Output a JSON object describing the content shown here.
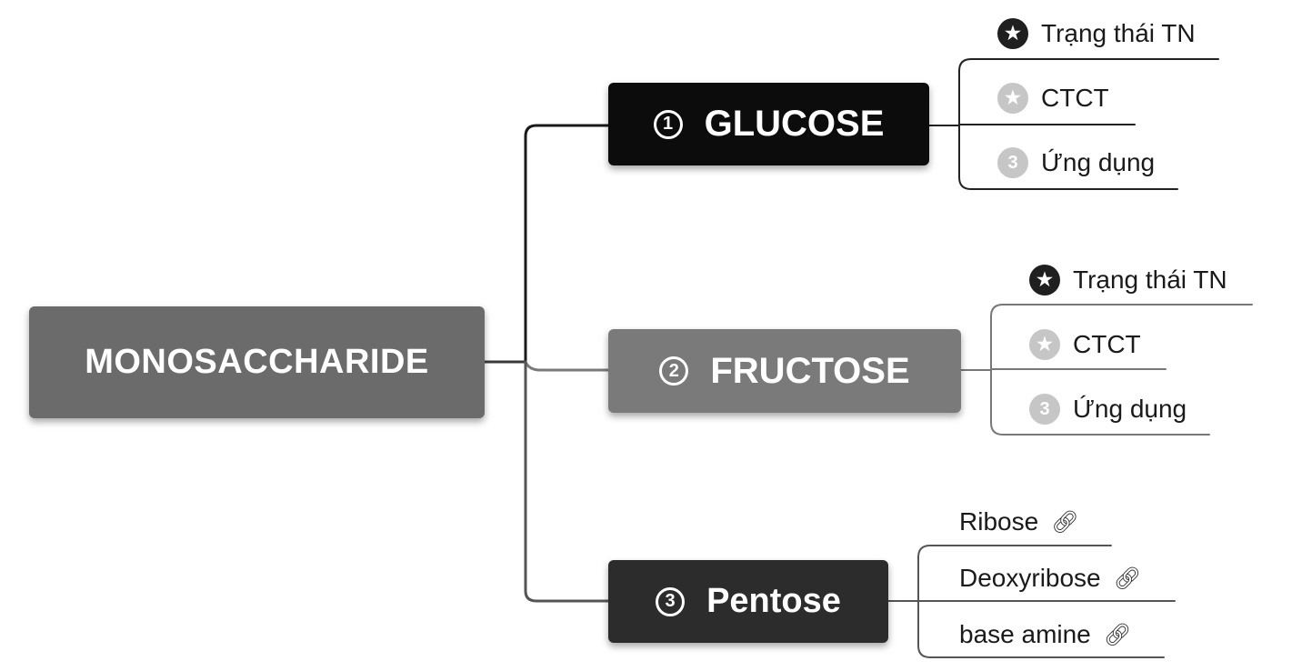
{
  "root": {
    "label": "MONOSACCHARIDE"
  },
  "branches": [
    {
      "number": "1",
      "label": "GLUCOSE",
      "items": [
        {
          "label": "Trạng thái TN",
          "marker": "star-icon-filled"
        },
        {
          "label": "CTCT",
          "marker": "star-icon-light"
        },
        {
          "label": "Ứng dụng",
          "marker": "number-3-icon"
        }
      ]
    },
    {
      "number": "2",
      "label": "FRUCTOSE",
      "items": [
        {
          "label": "Trạng thái TN",
          "marker": "star-icon-filled"
        },
        {
          "label": "CTCT",
          "marker": "star-icon-light"
        },
        {
          "label": "Ứng dụng",
          "marker": "number-3-icon"
        }
      ]
    },
    {
      "number": "3",
      "label": "Pentose",
      "items": [
        {
          "label": "Ribose",
          "marker": "link-icon"
        },
        {
          "label": "Deoxyribose",
          "marker": "link-icon"
        },
        {
          "label": "base amine",
          "marker": "link-icon"
        }
      ]
    }
  ],
  "colors": {
    "root": "#6b6b6b",
    "glucose": "#0c0c0c",
    "fructose": "#7a7a7a",
    "pentose": "#2c2c2c",
    "connector": "#4a4a4a"
  }
}
